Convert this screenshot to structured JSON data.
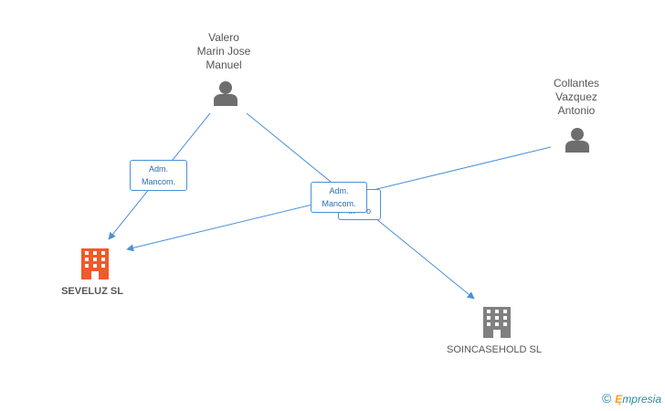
{
  "people": [
    {
      "id": "valero",
      "name_lines": [
        "Valero",
        "Marin Jose",
        "Manuel"
      ]
    },
    {
      "id": "collantes",
      "name_lines": [
        "Collantes",
        "Vazquez",
        "Antonio"
      ]
    }
  ],
  "companies": [
    {
      "id": "seveluz",
      "name": "SEVELUZ SL",
      "color": "#f05a28"
    },
    {
      "id": "soincasehold",
      "name": "SOINCASEHOLD SL",
      "color": "#808080"
    }
  ],
  "edge_labels": {
    "adm1": [
      "Adm.",
      "Mancom."
    ],
    "adm2": [
      "Adm.",
      "Mancom."
    ],
    "rear_tail": "...     o"
  },
  "colors": {
    "edge": "#4a90d9",
    "person_icon": "#6e6e6e"
  },
  "watermark": {
    "copyright": "©",
    "brand_initial": "Ę",
    "brand_rest": "mpresia"
  }
}
